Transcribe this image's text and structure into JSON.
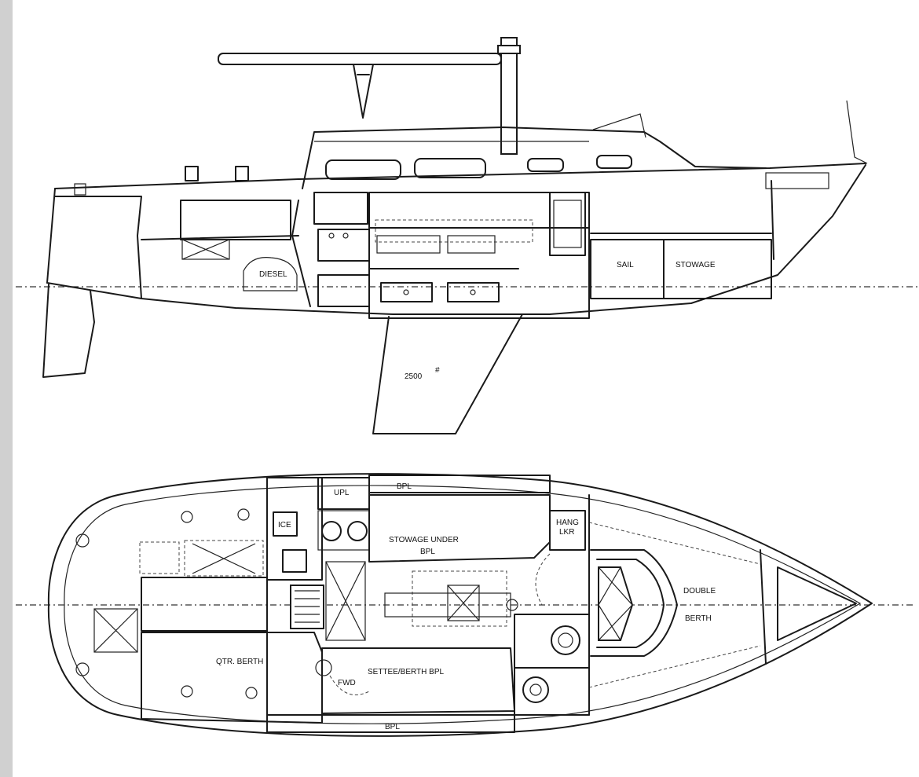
{
  "colors": {
    "background": "#ffffff",
    "ink": "#1a1a1a",
    "left_strip": "#d0d0d0"
  },
  "profile": {
    "labels": {
      "diesel": "DIESEL",
      "sail": "SAIL",
      "stowage": "STOWAGE",
      "keel_weight": "2500",
      "keel_weight_unit": "#"
    }
  },
  "plan": {
    "labels": {
      "ice": "ICE",
      "upl": "UPL",
      "bpl_top": "BPL",
      "bpl_bottom": "BPL",
      "stowage_under": "STOWAGE UNDER",
      "stowage_bpl": "BPL",
      "hang_locker_1": "HANG",
      "hang_locker_2": "LKR",
      "double": "DOUBLE",
      "berth": "BERTH",
      "qtr_berth": "QTR. BERTH",
      "settee": "SETTEE/BERTH BPL",
      "fwd_berth_label": "FWD"
    }
  }
}
